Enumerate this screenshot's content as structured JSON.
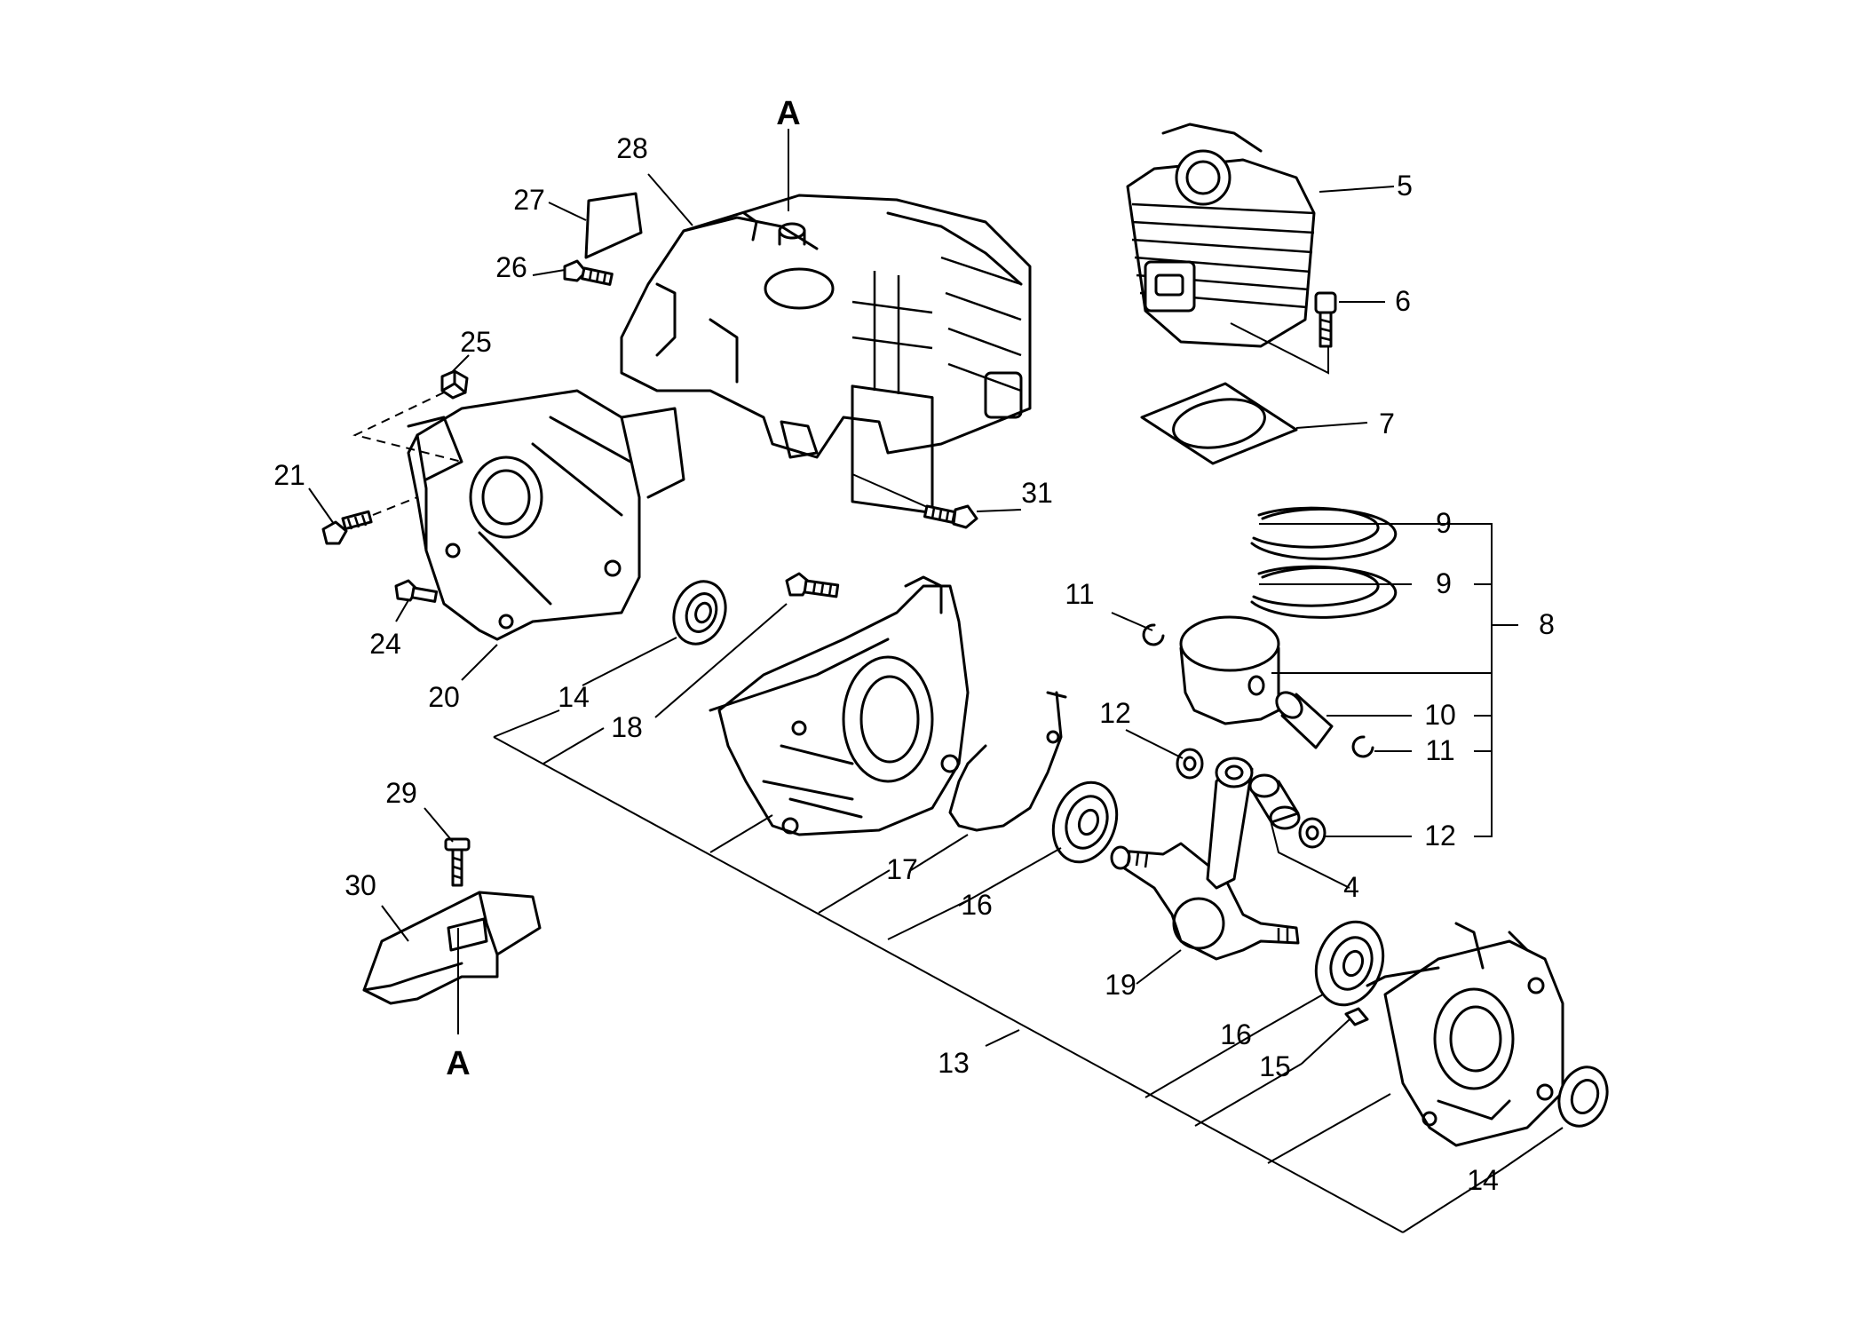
{
  "reference_marks": {
    "top": "A",
    "bottom": "A"
  },
  "labels": {
    "p4": "4",
    "p5": "5",
    "p6": "6",
    "p7": "7",
    "p8": "8",
    "p9a": "9",
    "p9b": "9",
    "p10": "10",
    "p11a": "11",
    "p11b": "11",
    "p12a": "12",
    "p12b": "12",
    "p13": "13",
    "p14a": "14",
    "p14b": "14",
    "p15": "15",
    "p16a": "16",
    "p16b": "16",
    "p17": "17",
    "p18": "18",
    "p19": "19",
    "p20": "20",
    "p21": "21",
    "p24": "24",
    "p25": "25",
    "p26": "26",
    "p27": "27",
    "p28": "28",
    "p29": "29",
    "p30": "30",
    "p31": "31"
  }
}
